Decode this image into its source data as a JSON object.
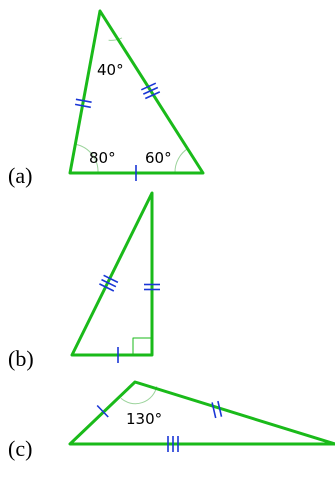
{
  "colors": {
    "triangle": "#1aba1a",
    "tick_marks": "#1a36d6",
    "angle_arc": "#9bd39b",
    "text": "#000000"
  },
  "triangles": [
    {
      "label": "(a)",
      "angles": [
        "40°",
        "80°",
        "60°"
      ],
      "tick_marks": {
        "left_side": 2,
        "right_side": 3,
        "base": 1
      }
    },
    {
      "label": "(b)",
      "angles": [],
      "right_angle": true,
      "tick_marks": {
        "hypotenuse": 3,
        "vertical_leg": 2,
        "bottom_leg": 1
      }
    },
    {
      "label": "(c)",
      "angles": [
        "130°"
      ],
      "tick_marks": {
        "short_side": 1,
        "upper_long_side": 2,
        "base": 3
      }
    }
  ]
}
